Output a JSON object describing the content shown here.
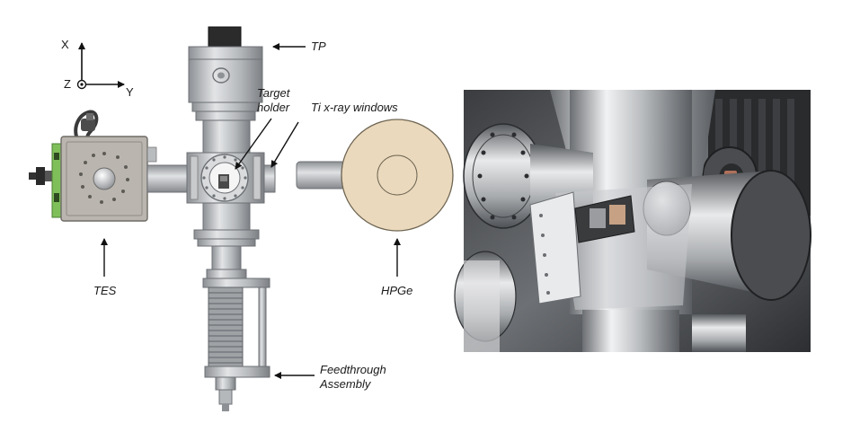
{
  "labels": {
    "tp": "TP",
    "target_holder_line1": "Target",
    "target_holder_line2": "holder",
    "ti_windows": "Ti x-ray windows",
    "tes": "TES",
    "hpge": "HPGe",
    "feedthrough_line1": "Feedthrough",
    "feedthrough_line2": "Assembly"
  },
  "axes": {
    "x": "X",
    "y": "Y",
    "z": "Z"
  },
  "colors": {
    "steel_light": "#cfd1d3",
    "steel_mid": "#a9acaf",
    "steel_dark": "#6f7275",
    "hpge_disk": "#ead9bd",
    "tes_body": "#b9b5ae",
    "tes_board": "#7fbf5a"
  }
}
